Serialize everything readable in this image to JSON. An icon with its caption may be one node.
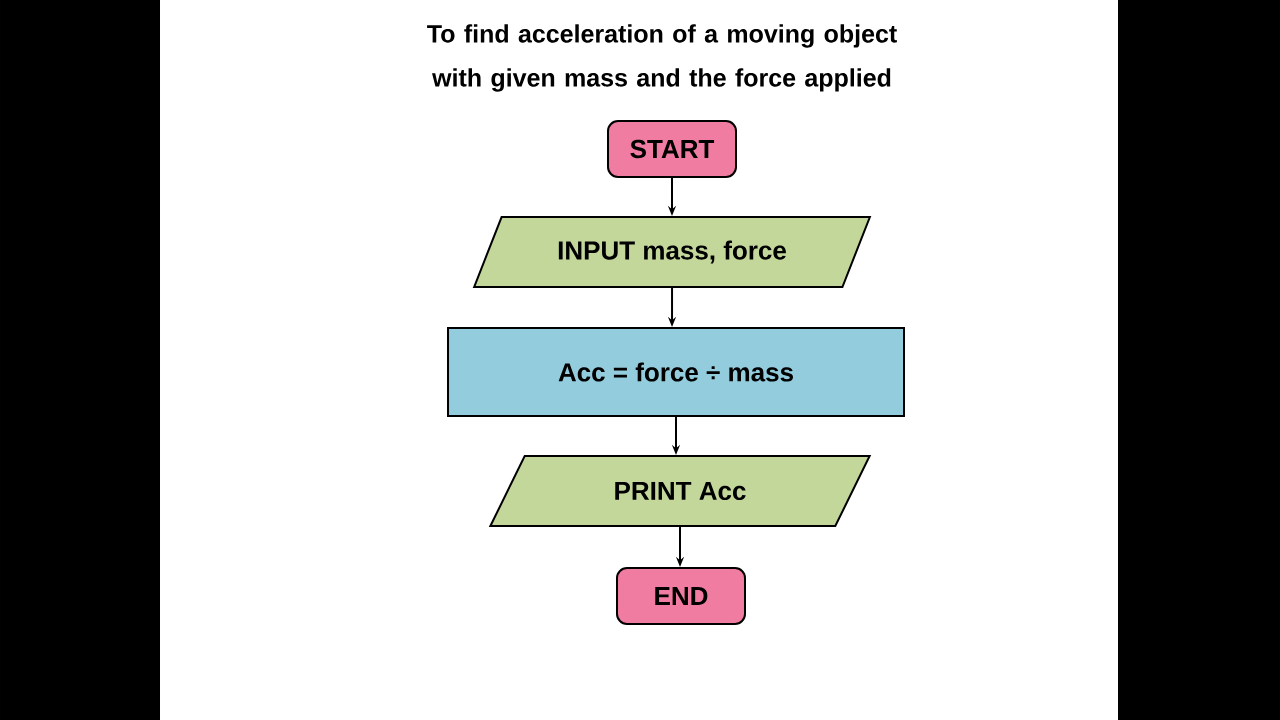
{
  "diagram": {
    "title": "To find acceleration of a moving object with given mass and the force applied",
    "nodes": [
      {
        "text": [
          "START"
        ]
      },
      {
        "text": [
          "INPUT mass, force"
        ]
      },
      {
        "text": [
          "Acc = force ÷ mass"
        ]
      },
      {
        "text": [
          "PRINT Acc"
        ]
      },
      {
        "text": [
          "END"
        ]
      }
    ],
    "edges": [
      {
        "from": 0,
        "to": 1,
        "arrow": "to"
      },
      {
        "from": 1,
        "to": 2,
        "arrow": "to"
      },
      {
        "from": 2,
        "to": 3,
        "arrow": "to"
      },
      {
        "from": 3,
        "to": 4,
        "arrow": "to"
      }
    ]
  }
}
